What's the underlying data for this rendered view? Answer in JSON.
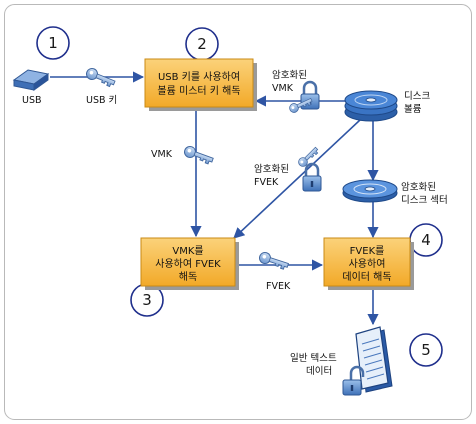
{
  "steps": [
    "1",
    "2",
    "3",
    "4",
    "5"
  ],
  "boxes": {
    "usb_decrypt": [
      "USB 키를 사용하여",
      "볼륨 미스터 키 해독"
    ],
    "vmk_decrypt": [
      "VMK를",
      "사용하여 FVEK",
      "해독"
    ],
    "fvek_decrypt": [
      "FVEK를",
      "사용하여",
      "데이터 해독"
    ]
  },
  "labels": {
    "usb": "USB",
    "usb_key": "USB 키",
    "encrypted_vmk": [
      "암호화된",
      "VMK"
    ],
    "disk_volume": [
      "디스크",
      "볼륨"
    ],
    "vmk": "VMK",
    "encrypted_fvek": [
      "암호화된",
      "FVEK"
    ],
    "encrypted_sector": [
      "암호화된",
      "디스크 섹터"
    ],
    "fvek": "FVEK",
    "plaintext": [
      "일반 텍스트",
      "데이터"
    ]
  },
  "colors": {
    "arrow": "#2f55a4",
    "box_fill": "#f6b63b",
    "box_shadow": "#9a9a9a",
    "circle_stroke": "#1f2f8c",
    "key": "#7fa6d8",
    "disk": "#3f7fd0"
  }
}
